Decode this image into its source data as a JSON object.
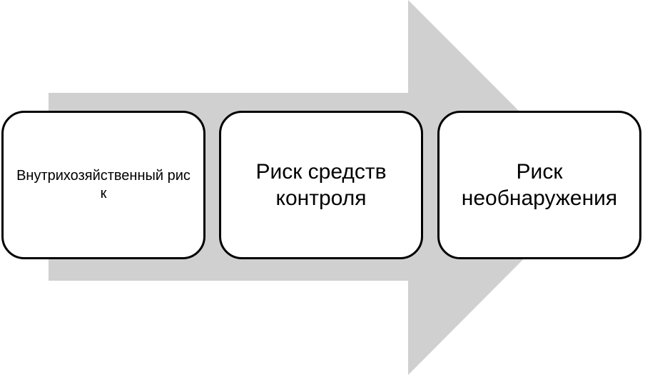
{
  "colors": {
    "arrow": "#d0d0d0",
    "box_border": "#000000",
    "box_fill": "#ffffff"
  },
  "steps": [
    {
      "label": "Внутрихозяйственный риск"
    },
    {
      "label": "Риск средств контроля"
    },
    {
      "label": "Риск необнаружения"
    }
  ]
}
